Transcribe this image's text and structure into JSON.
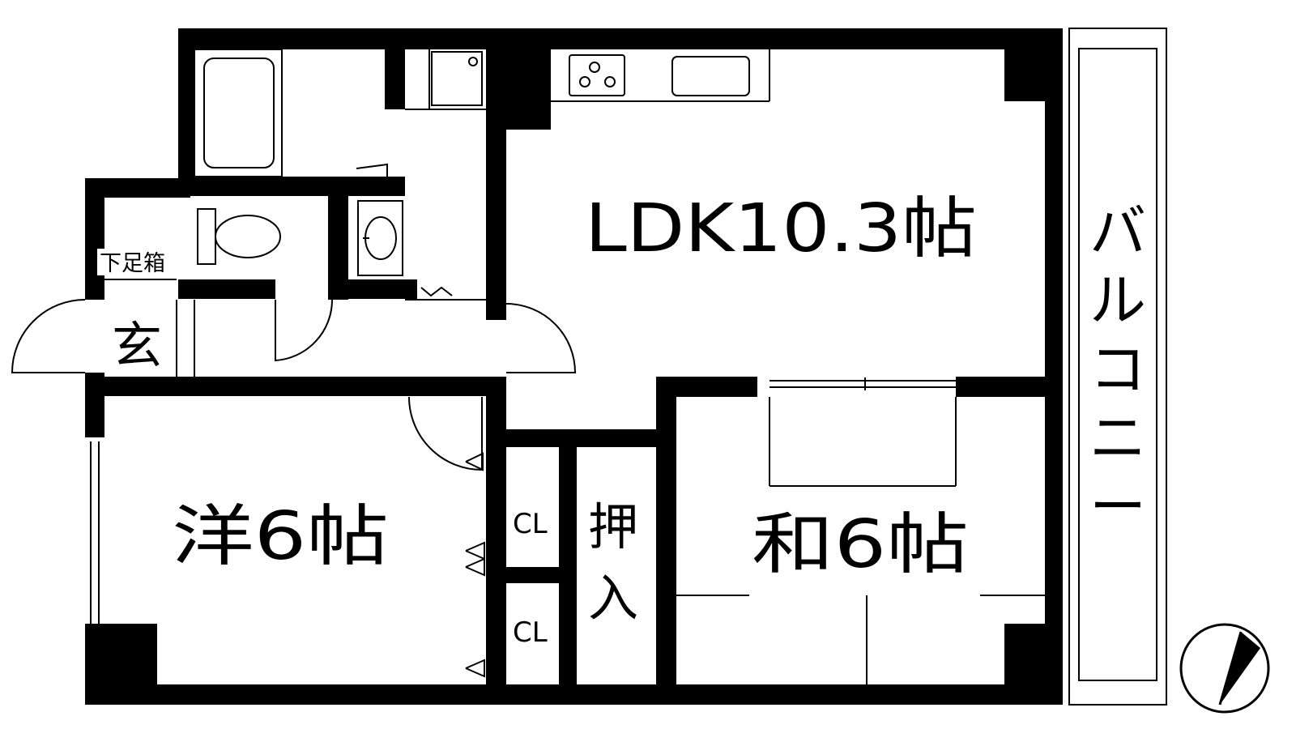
{
  "rooms": {
    "ldk": "LDK10.3帖",
    "western": "洋6帖",
    "japanese": "和6帖",
    "closet_upper": "CL",
    "closet_lower": "CL",
    "oshiire_top": "押",
    "oshiire_bottom": "入",
    "entrance": "玄",
    "shoe_box": "下足箱",
    "balcony": [
      "バ",
      "ル",
      "コ",
      "ニ",
      "ー"
    ]
  },
  "colors": {
    "wall": "#000000",
    "line": "#000000",
    "background": "#ffffff"
  },
  "icons": {
    "compass": "north-arrow-icon",
    "stove": "gas-stove-icon",
    "sink": "kitchen-sink-icon",
    "bathtub": "bathtub-icon",
    "toilet": "toilet-icon",
    "wash_basin": "wash-basin-icon",
    "washer": "washing-machine-pan-icon"
  }
}
